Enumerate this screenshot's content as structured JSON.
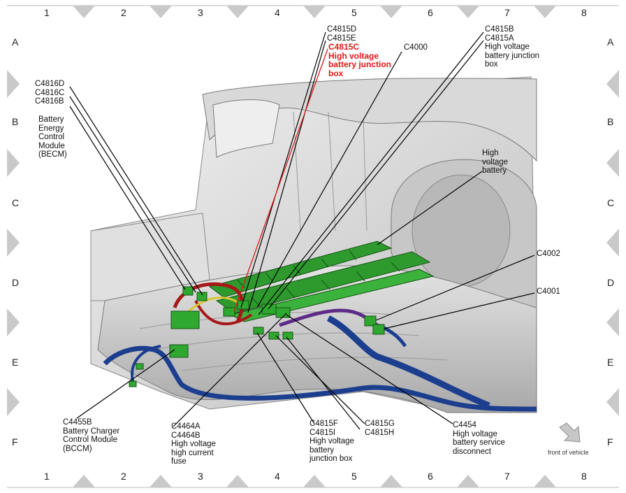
{
  "grid": {
    "columns": [
      "1",
      "2",
      "3",
      "4",
      "5",
      "6",
      "7",
      "8"
    ],
    "rows": [
      "A",
      "B",
      "C",
      "D",
      "E",
      "F"
    ]
  },
  "labels": {
    "c4815d_group": "C4815D\nC4815E",
    "c4815c_red": "C4815C\nHigh voltage\nbattery junction\nbox",
    "c4000": "C4000",
    "c4815b_group": "C4815B\nC4815A\nHigh voltage\nbattery junction\nbox",
    "c4816_group": "C4816D\nC4816C\nC4816B",
    "becm": "Battery\nEnergy\nControl\nModule\n(BECM)",
    "hv_battery": "High\nvoltage\nbattery",
    "c4002": "C4002",
    "c4001": "C4001",
    "c4455b": "C4455B\nBattery Charger\nControl Module\n(BCCM)",
    "c4464": "C4464A\nC4464B\nHigh voltage\nhigh current\nfuse",
    "c4815f": "C4815F\nC4815I\nHigh voltage\nbattery\njunction box",
    "c4815g": "C4815G\nC4815H",
    "c4454": "C4454\nHigh voltage\nbattery service\ndisconnect"
  },
  "front_of_vehicle": "front of vehicle",
  "colors": {
    "connector_green": "#2fa82f",
    "battery_green": "#1f8a1f",
    "hv_cable_red": "#b01818",
    "hv_cable_blue": "#1d3f8f",
    "hv_cable_purple": "#6a2a8a",
    "leader_red": "#e01818",
    "frame_grey": "#c8c8c8"
  }
}
